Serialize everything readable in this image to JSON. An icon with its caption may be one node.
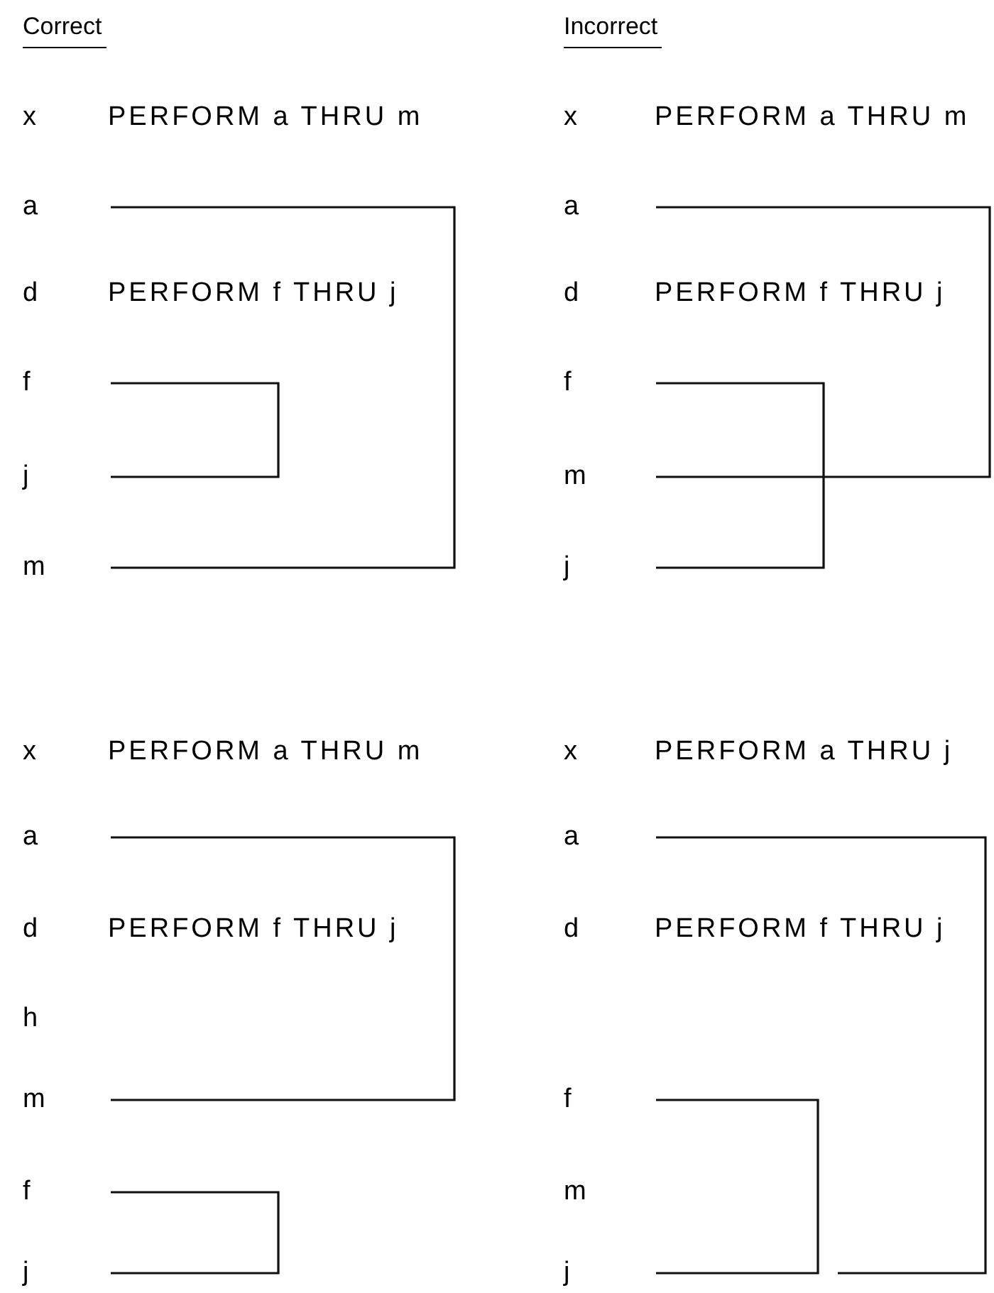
{
  "diagram": {
    "labels": [
      "Correct",
      "Incorrect",
      "x",
      "PERFORM a THRU m",
      "x",
      "PERFORM a THRU m",
      "a",
      "a",
      "d",
      "PERFORM f THRU j",
      "d",
      "PERFORM f THRU j",
      "f",
      "f",
      "j",
      "m",
      "m",
      "j",
      "x",
      "PERFORM a THRU m",
      "x",
      "PERFORM a THRU j",
      "a",
      "a",
      "d",
      "PERFORM f THRU j",
      "d",
      "PERFORM f THRU j",
      "h",
      "m",
      "f",
      "f",
      "m",
      "j",
      "j"
    ]
  }
}
